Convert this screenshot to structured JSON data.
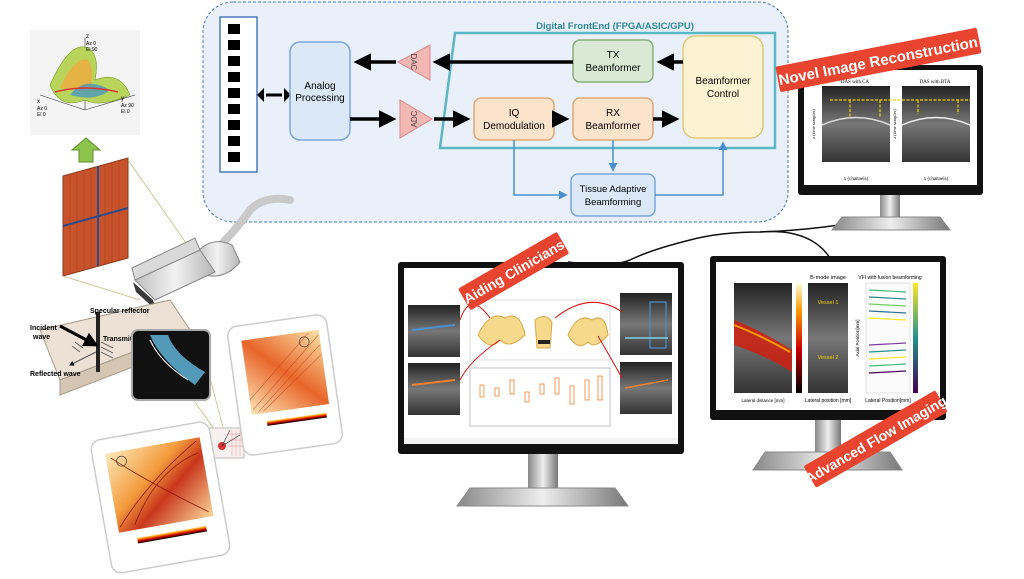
{
  "block_diagram": {
    "frontend_title": "Digital FrontEnd (FPGA/ASIC/GPU)",
    "analog_processing": [
      "Analog",
      "Processing"
    ],
    "dac": "DAC",
    "adc": "ADC",
    "tx_beamformer": [
      "TX",
      "Beamformer"
    ],
    "rx_beamformer": [
      "RX",
      "Beamformer"
    ],
    "iq_demodulation": [
      "IQ",
      "Demodulation"
    ],
    "beamformer_control": [
      "Beamformer",
      "Control"
    ],
    "tissue_adaptive": [
      "Tissue Adaptive",
      "Beamforming"
    ]
  },
  "physics": {
    "specular_reflector": "Specular reflector",
    "incident_wave": [
      "Incident",
      "wave"
    ],
    "transmitted_wave": "Transmitted wave",
    "reflected_wave": "Reflected wave",
    "beam_plot_labels": [
      "z",
      "Az 0",
      "El 90",
      "x",
      "Az 0",
      "El 0",
      "y",
      "Az 90",
      "El 0"
    ]
  },
  "banners": {
    "novel_image": "Novel Image Reconstruction",
    "aiding_clinicians": "Aiding Clinicians",
    "advanced_flow": "Advanced Flow Imaging"
  },
  "monitor_novel": {
    "panel_left_title": "DAS with CA",
    "panel_right_title": "DAS with BTA",
    "xlabel": "x (channels)",
    "ylabel": "z (time samples)"
  },
  "monitor_flow": {
    "bmode_title": "B-mode image",
    "vfi_title": "VFI with fusion beamforming",
    "vessel1": "Vessel 1",
    "vessel2": "Vessel 2",
    "xlabel_left": "Lateral distance [mm]",
    "xlabel_mid": "Lateral position [mm]",
    "xlabel_right": "Lateral Position[mm]",
    "ylabel_right": "Axial Position[mm]"
  },
  "colors": {
    "frontend_bg": "#eaf0f9",
    "box_blue": "#dbe8f7",
    "box_green": "#d8ead3",
    "box_orange": "#fbe3cc",
    "box_yellow": "#fdf3d3",
    "triangle_pink": "#f4b8b4",
    "banner_red": "#e8442f",
    "teal_border": "#5bb6c6"
  }
}
